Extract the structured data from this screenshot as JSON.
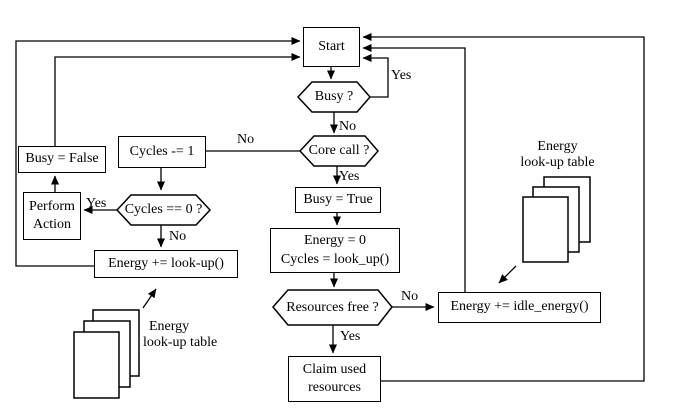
{
  "colors": {
    "background": "#ffffff",
    "line": "#000000"
  },
  "nodes": {
    "start": {
      "label": "Start"
    },
    "busy": {
      "label": "Busy ?"
    },
    "core_call": {
      "label": "Core call ?"
    },
    "busy_true": {
      "label": "Busy = True"
    },
    "energy_init": {
      "line1": "Energy = 0",
      "line2": "Cycles = look_up()"
    },
    "resources_free": {
      "label": "Resources free ?"
    },
    "claim": {
      "line1": "Claim used",
      "line2": "resources"
    },
    "idle_energy": {
      "label": "Energy += idle_energy()"
    },
    "busy_false": {
      "label": "Busy = False"
    },
    "cycles_dec": {
      "label": "Cycles -= 1"
    },
    "perform": {
      "line1": "Perform",
      "line2": "Action"
    },
    "cycles_zero": {
      "label": "Cycles == 0 ?"
    },
    "energy_lookup": {
      "label": "Energy += look-up()"
    }
  },
  "edge_labels": {
    "busy_yes": "Yes",
    "busy_no": "No",
    "core_call_no": "No",
    "core_call_yes": "Yes",
    "cycles_zero_yes": "Yes",
    "cycles_zero_no": "No",
    "resources_no": "No",
    "resources_yes": "Yes"
  },
  "annotations": {
    "lookup_table_right": {
      "line1": "Energy",
      "line2": "look-up table"
    },
    "lookup_table_left": {
      "line1": "Energy",
      "line2": "look-up table"
    }
  }
}
